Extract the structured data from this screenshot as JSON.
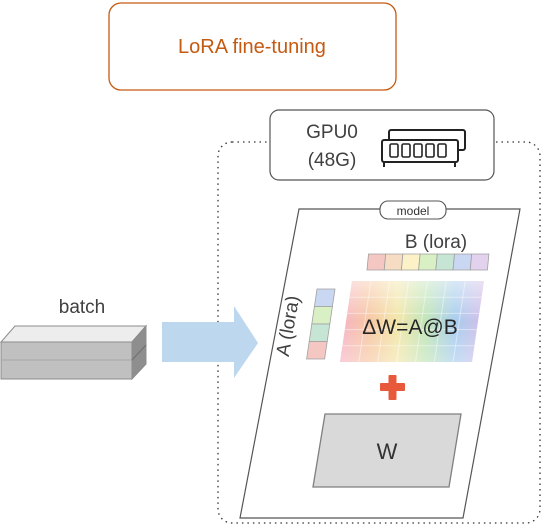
{
  "title": "LoRA fine-tuning",
  "gpu": {
    "name": "GPU0",
    "memory": "(48G)",
    "icon": "ram-modules-icon"
  },
  "model": {
    "tag": "model",
    "matrix_a_label": "A (lora)",
    "matrix_b_label": "B (lora)",
    "delta_label": "ΔW=A@B",
    "weights_label": "W",
    "plus_icon": "plus-icon"
  },
  "batch": {
    "label": "batch",
    "icon": "batch-stack-icon"
  },
  "arrow_icon": "right-arrow-icon",
  "colors": {
    "title_text": "#c55a11",
    "title_border": "#c55a11",
    "plus": "#e8583a",
    "arrow": "#bdd7ee",
    "w_fill": "#d9d9d9",
    "batch_fill": "#bfbfbf",
    "lora_cells": [
      "#f4c7c3",
      "#f7dcc4",
      "#fdf1c8",
      "#d9efc4",
      "#c7e5d4",
      "#c9d7f2",
      "#e3d2ee"
    ],
    "a_cells": [
      "#c9d7f2",
      "#d9efc4",
      "#c7e5d4",
      "#f4c7c3"
    ]
  }
}
